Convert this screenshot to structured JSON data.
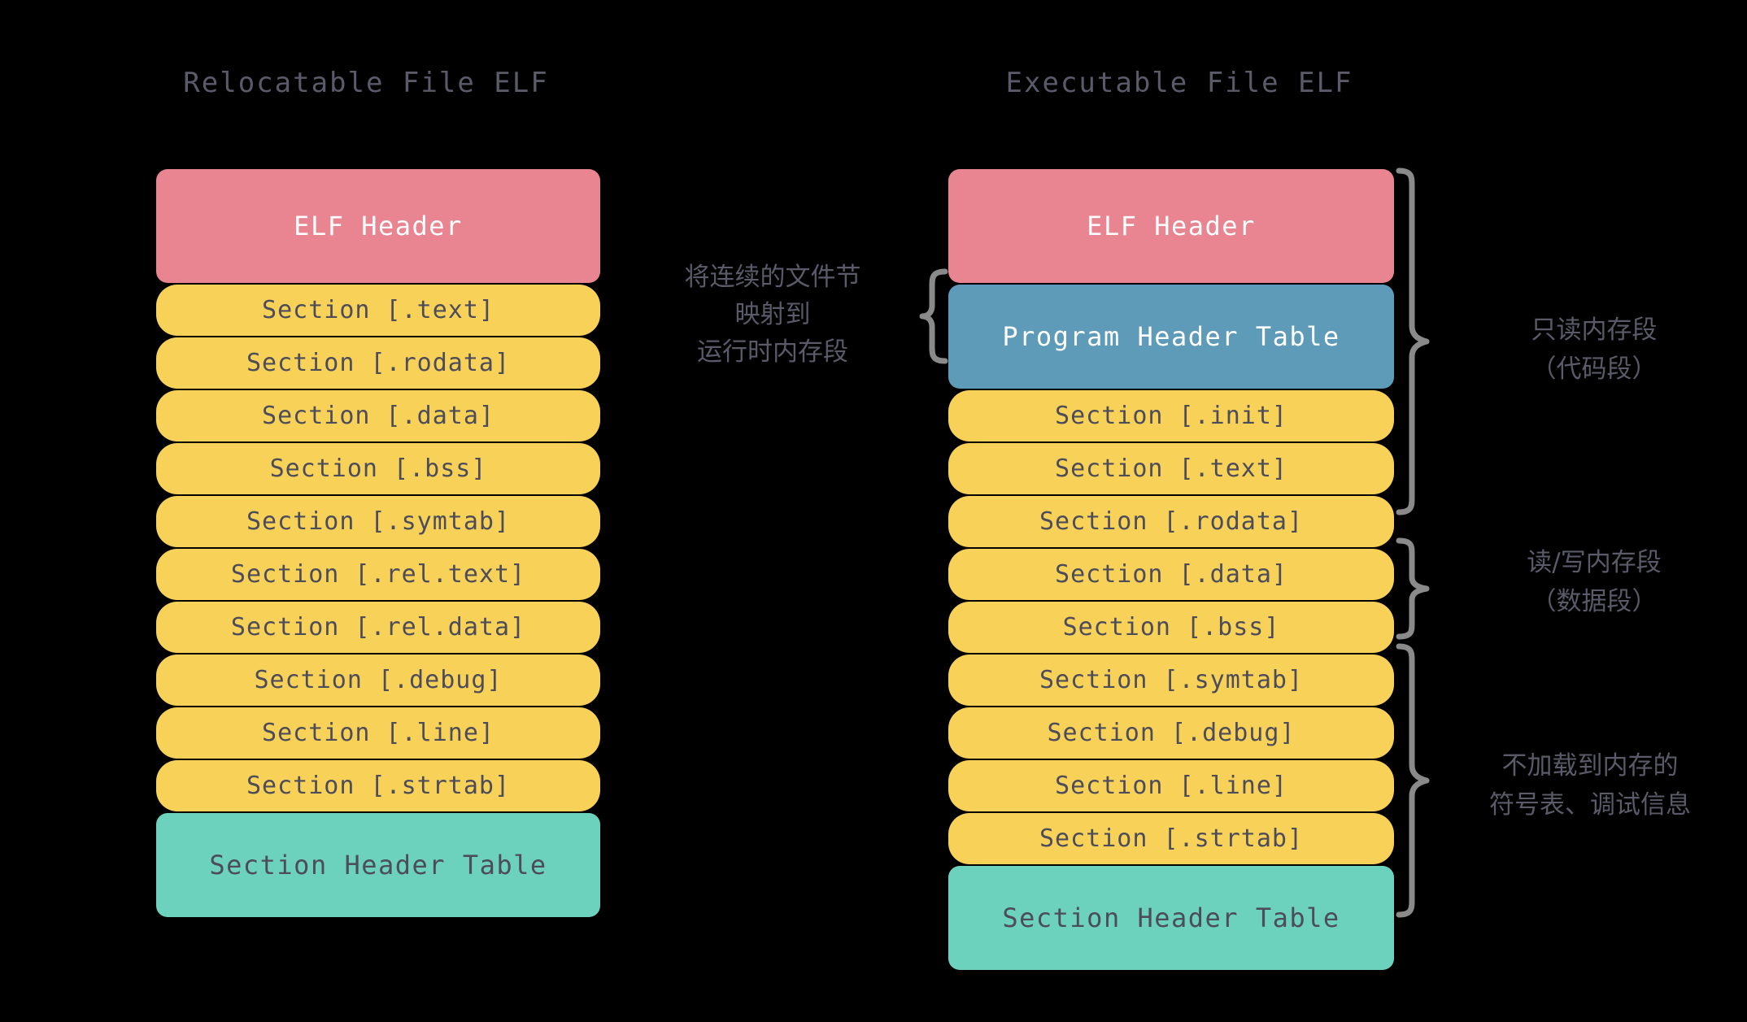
{
  "columns": {
    "left": {
      "title": "Relocatable File ELF",
      "blocks": [
        {
          "label": "ELF Header",
          "kind": "elf",
          "color": "#e98491"
        },
        {
          "label": "Section [.text]",
          "kind": "sec",
          "color": "#f8d158"
        },
        {
          "label": "Section [.rodata]",
          "kind": "sec",
          "color": "#f8d158"
        },
        {
          "label": "Section [.data]",
          "kind": "sec",
          "color": "#f8d158"
        },
        {
          "label": "Section [.bss]",
          "kind": "sec",
          "color": "#f8d158"
        },
        {
          "label": "Section [.symtab]",
          "kind": "sec",
          "color": "#f8d158"
        },
        {
          "label": "Section [.rel.text]",
          "kind": "sec",
          "color": "#f8d158"
        },
        {
          "label": "Section [.rel.data]",
          "kind": "sec",
          "color": "#f8d158"
        },
        {
          "label": "Section [.debug]",
          "kind": "sec",
          "color": "#f8d158"
        },
        {
          "label": "Section [.line]",
          "kind": "sec",
          "color": "#f8d158"
        },
        {
          "label": "Section [.strtab]",
          "kind": "sec",
          "color": "#f8d158"
        },
        {
          "label": "Section Header Table",
          "kind": "sht",
          "color": "#6dd2bd"
        }
      ]
    },
    "right": {
      "title": "Executable File ELF",
      "blocks": [
        {
          "label": "ELF Header",
          "kind": "elf",
          "color": "#e98491"
        },
        {
          "label": "Program Header Table",
          "kind": "pht",
          "color": "#5d9bb8"
        },
        {
          "label": "Section [.init]",
          "kind": "sec",
          "color": "#f8d158"
        },
        {
          "label": "Section [.text]",
          "kind": "sec",
          "color": "#f8d158"
        },
        {
          "label": "Section [.rodata]",
          "kind": "sec",
          "color": "#f8d158"
        },
        {
          "label": "Section [.data]",
          "kind": "sec",
          "color": "#f8d158"
        },
        {
          "label": "Section [.bss]",
          "kind": "sec",
          "color": "#f8d158"
        },
        {
          "label": "Section [.symtab]",
          "kind": "sec",
          "color": "#f8d158"
        },
        {
          "label": "Section [.debug]",
          "kind": "sec",
          "color": "#f8d158"
        },
        {
          "label": "Section [.line]",
          "kind": "sec",
          "color": "#f8d158"
        },
        {
          "label": "Section [.strtab]",
          "kind": "sec",
          "color": "#f8d158"
        },
        {
          "label": "Section Header Table",
          "kind": "sht",
          "color": "#6dd2bd"
        }
      ]
    }
  },
  "annotations": {
    "middle": {
      "line1": "将连续的文件节",
      "line2": "映射到",
      "line3": "运行时内存段"
    },
    "readonly_segment": {
      "line1": "只读内存段",
      "line2": "（代码段）"
    },
    "readwrite_segment": {
      "line1": "读/写内存段",
      "line2": "（数据段）"
    },
    "not_loaded": {
      "line1": "不加载到内存的",
      "line2": "符号表、调试信息"
    }
  },
  "theme": {
    "background": "#000000",
    "text_muted": "#5a5a68",
    "header_pink": "#e98491",
    "pht_blue": "#5d9bb8",
    "section_yellow": "#f8d158",
    "table_teal": "#6dd2bd",
    "block_text_dark": "#4c4c5a",
    "block_text_light": "#ffffff",
    "brace_gray": "#8a8a8a"
  }
}
